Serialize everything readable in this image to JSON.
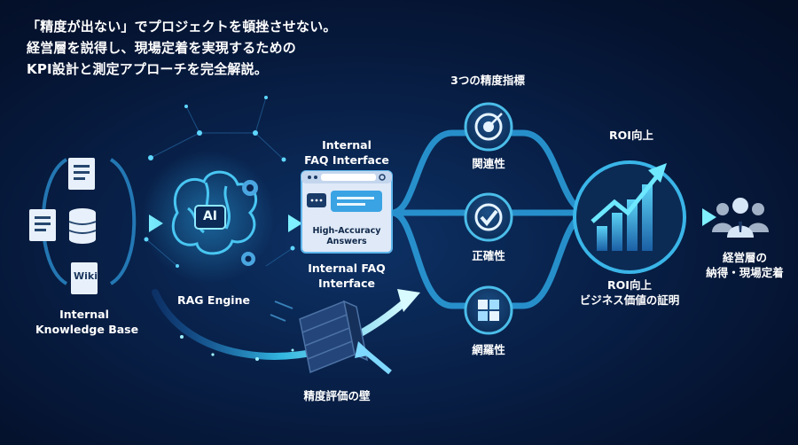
{
  "headline": {
    "line1": "「精度が出ない」でプロジェクトを頓挫させない。",
    "line2": "経営層を説得し、現場定着を実現するための",
    "line3": "KPI設計と測定アプローチを完全解説。"
  },
  "source": {
    "wiki_label": "Wiki",
    "title_line1": "Internal",
    "title_line2": "Knowledge Base"
  },
  "engine": {
    "chip_label": "AI",
    "title": "RAG Engine"
  },
  "faq": {
    "title_top_line1": "Internal",
    "title_top_line2": "FAQ Interface",
    "bubble_line1": "High-Accuracy",
    "bubble_line2": "Answers",
    "title_bottom_line1": "Internal FAQ",
    "title_bottom_line2": "Interface"
  },
  "metrics": {
    "heading": "3つの精度指標",
    "items": [
      {
        "label": "関連性",
        "icon": "target-icon"
      },
      {
        "label": "正確性",
        "icon": "checkmark-icon"
      },
      {
        "label": "網羅性",
        "icon": "puzzle-icon"
      }
    ]
  },
  "roi": {
    "title_top": "ROI向上",
    "title_bottom_line1": "ROI向上",
    "title_bottom_line2": "ビジネス価値の証明"
  },
  "stakeholder": {
    "line1": "経営層の",
    "line2": "納得・現場定着"
  },
  "wall": {
    "label": "精度評価の壁"
  },
  "colors": {
    "background": "#061634",
    "accent_cyan": "#3fd6f0",
    "flow_line": "#2aa7d8",
    "text": "#ffffff"
  }
}
